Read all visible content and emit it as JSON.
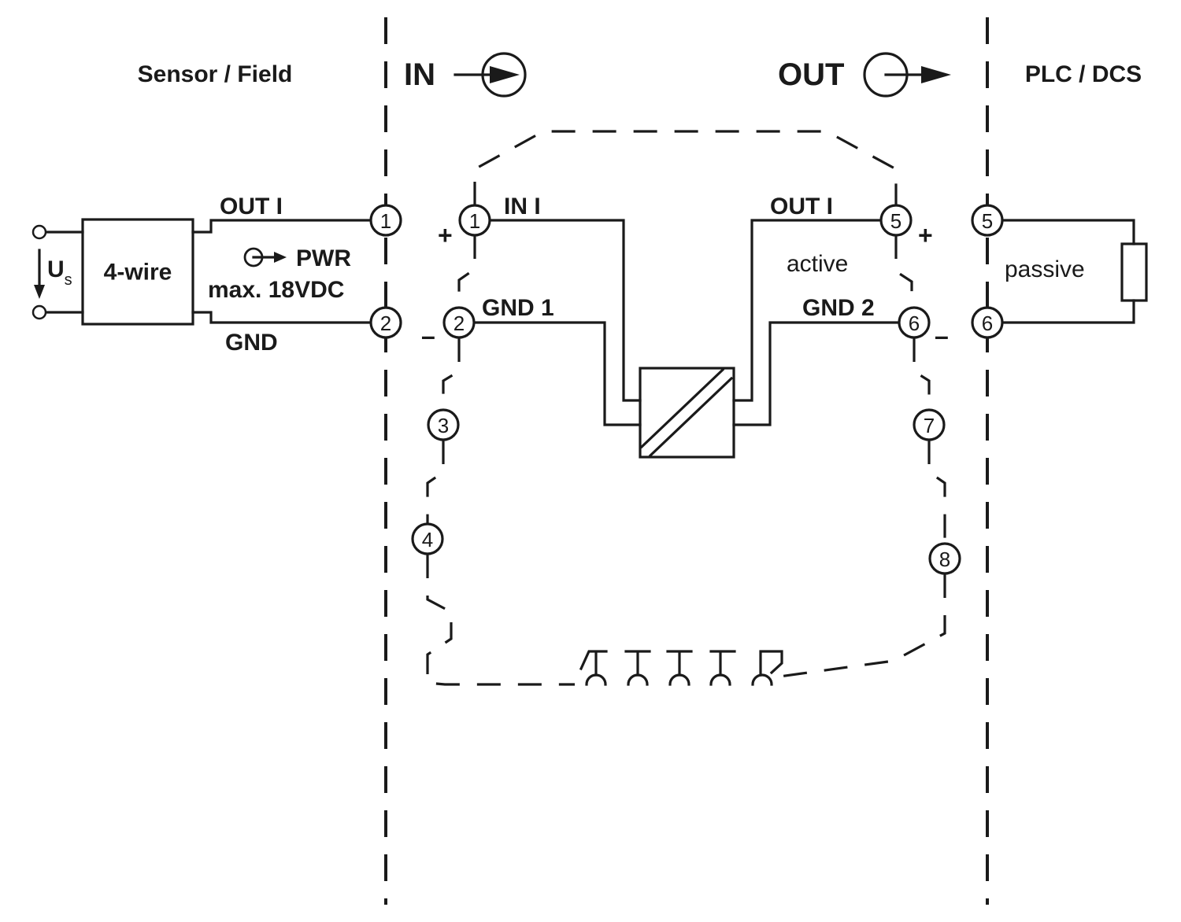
{
  "zones": {
    "sensor": "Sensor / Field",
    "input": "IN",
    "output": "OUT",
    "plc": "PLC / DCS"
  },
  "sensor_side": {
    "supply_symbol": "U",
    "supply_sub": "s",
    "device": "4-wire",
    "signal_out": "OUT I",
    "power": "PWR",
    "power_limit": "max. 18VDC",
    "ground": "GND"
  },
  "module": {
    "input_signal": "IN I",
    "input_ground": "GND 1",
    "output_signal": "OUT I",
    "output_ground": "GND 2",
    "output_mode": "active",
    "plus": "+",
    "minus": "–"
  },
  "plc_side": {
    "input_mode": "passive"
  },
  "terminals": {
    "t1": "1",
    "t2": "2",
    "t3": "3",
    "t4": "4",
    "t5": "5",
    "t6": "6",
    "t7": "7",
    "t8": "8"
  },
  "colors": {
    "ink": "#1a1a1a",
    "background": "#ffffff"
  }
}
